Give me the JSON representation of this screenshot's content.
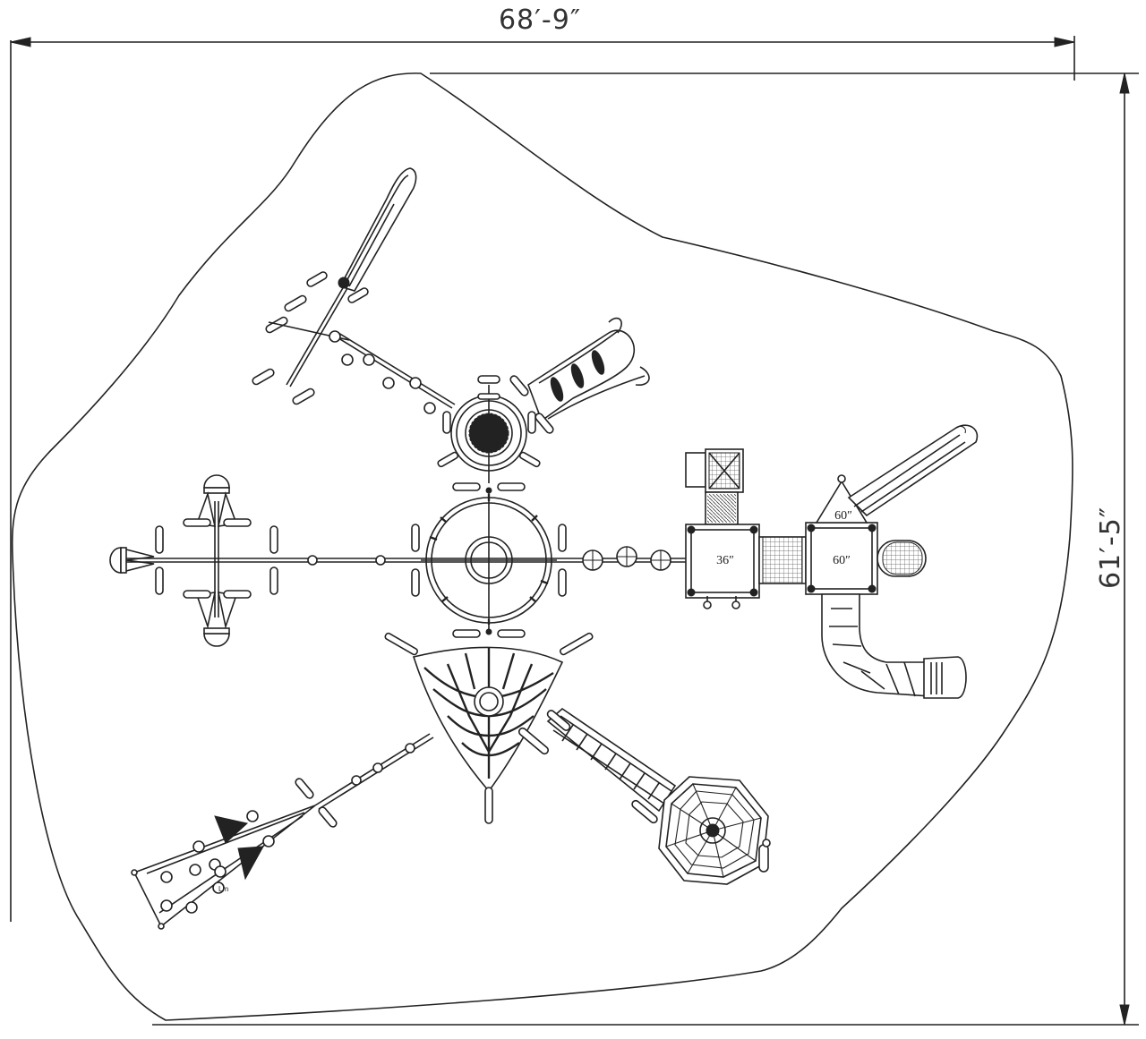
{
  "dimensions": {
    "width": "68′-9″",
    "height": "61′-5″"
  },
  "labels": {
    "deck_small": "36″",
    "deck_large": "60″",
    "roof_height": "60″",
    "tag": "Lm"
  },
  "icons": [
    "arrow-left-icon",
    "arrow-right-icon",
    "arrow-up-icon",
    "arrow-down-icon"
  ]
}
